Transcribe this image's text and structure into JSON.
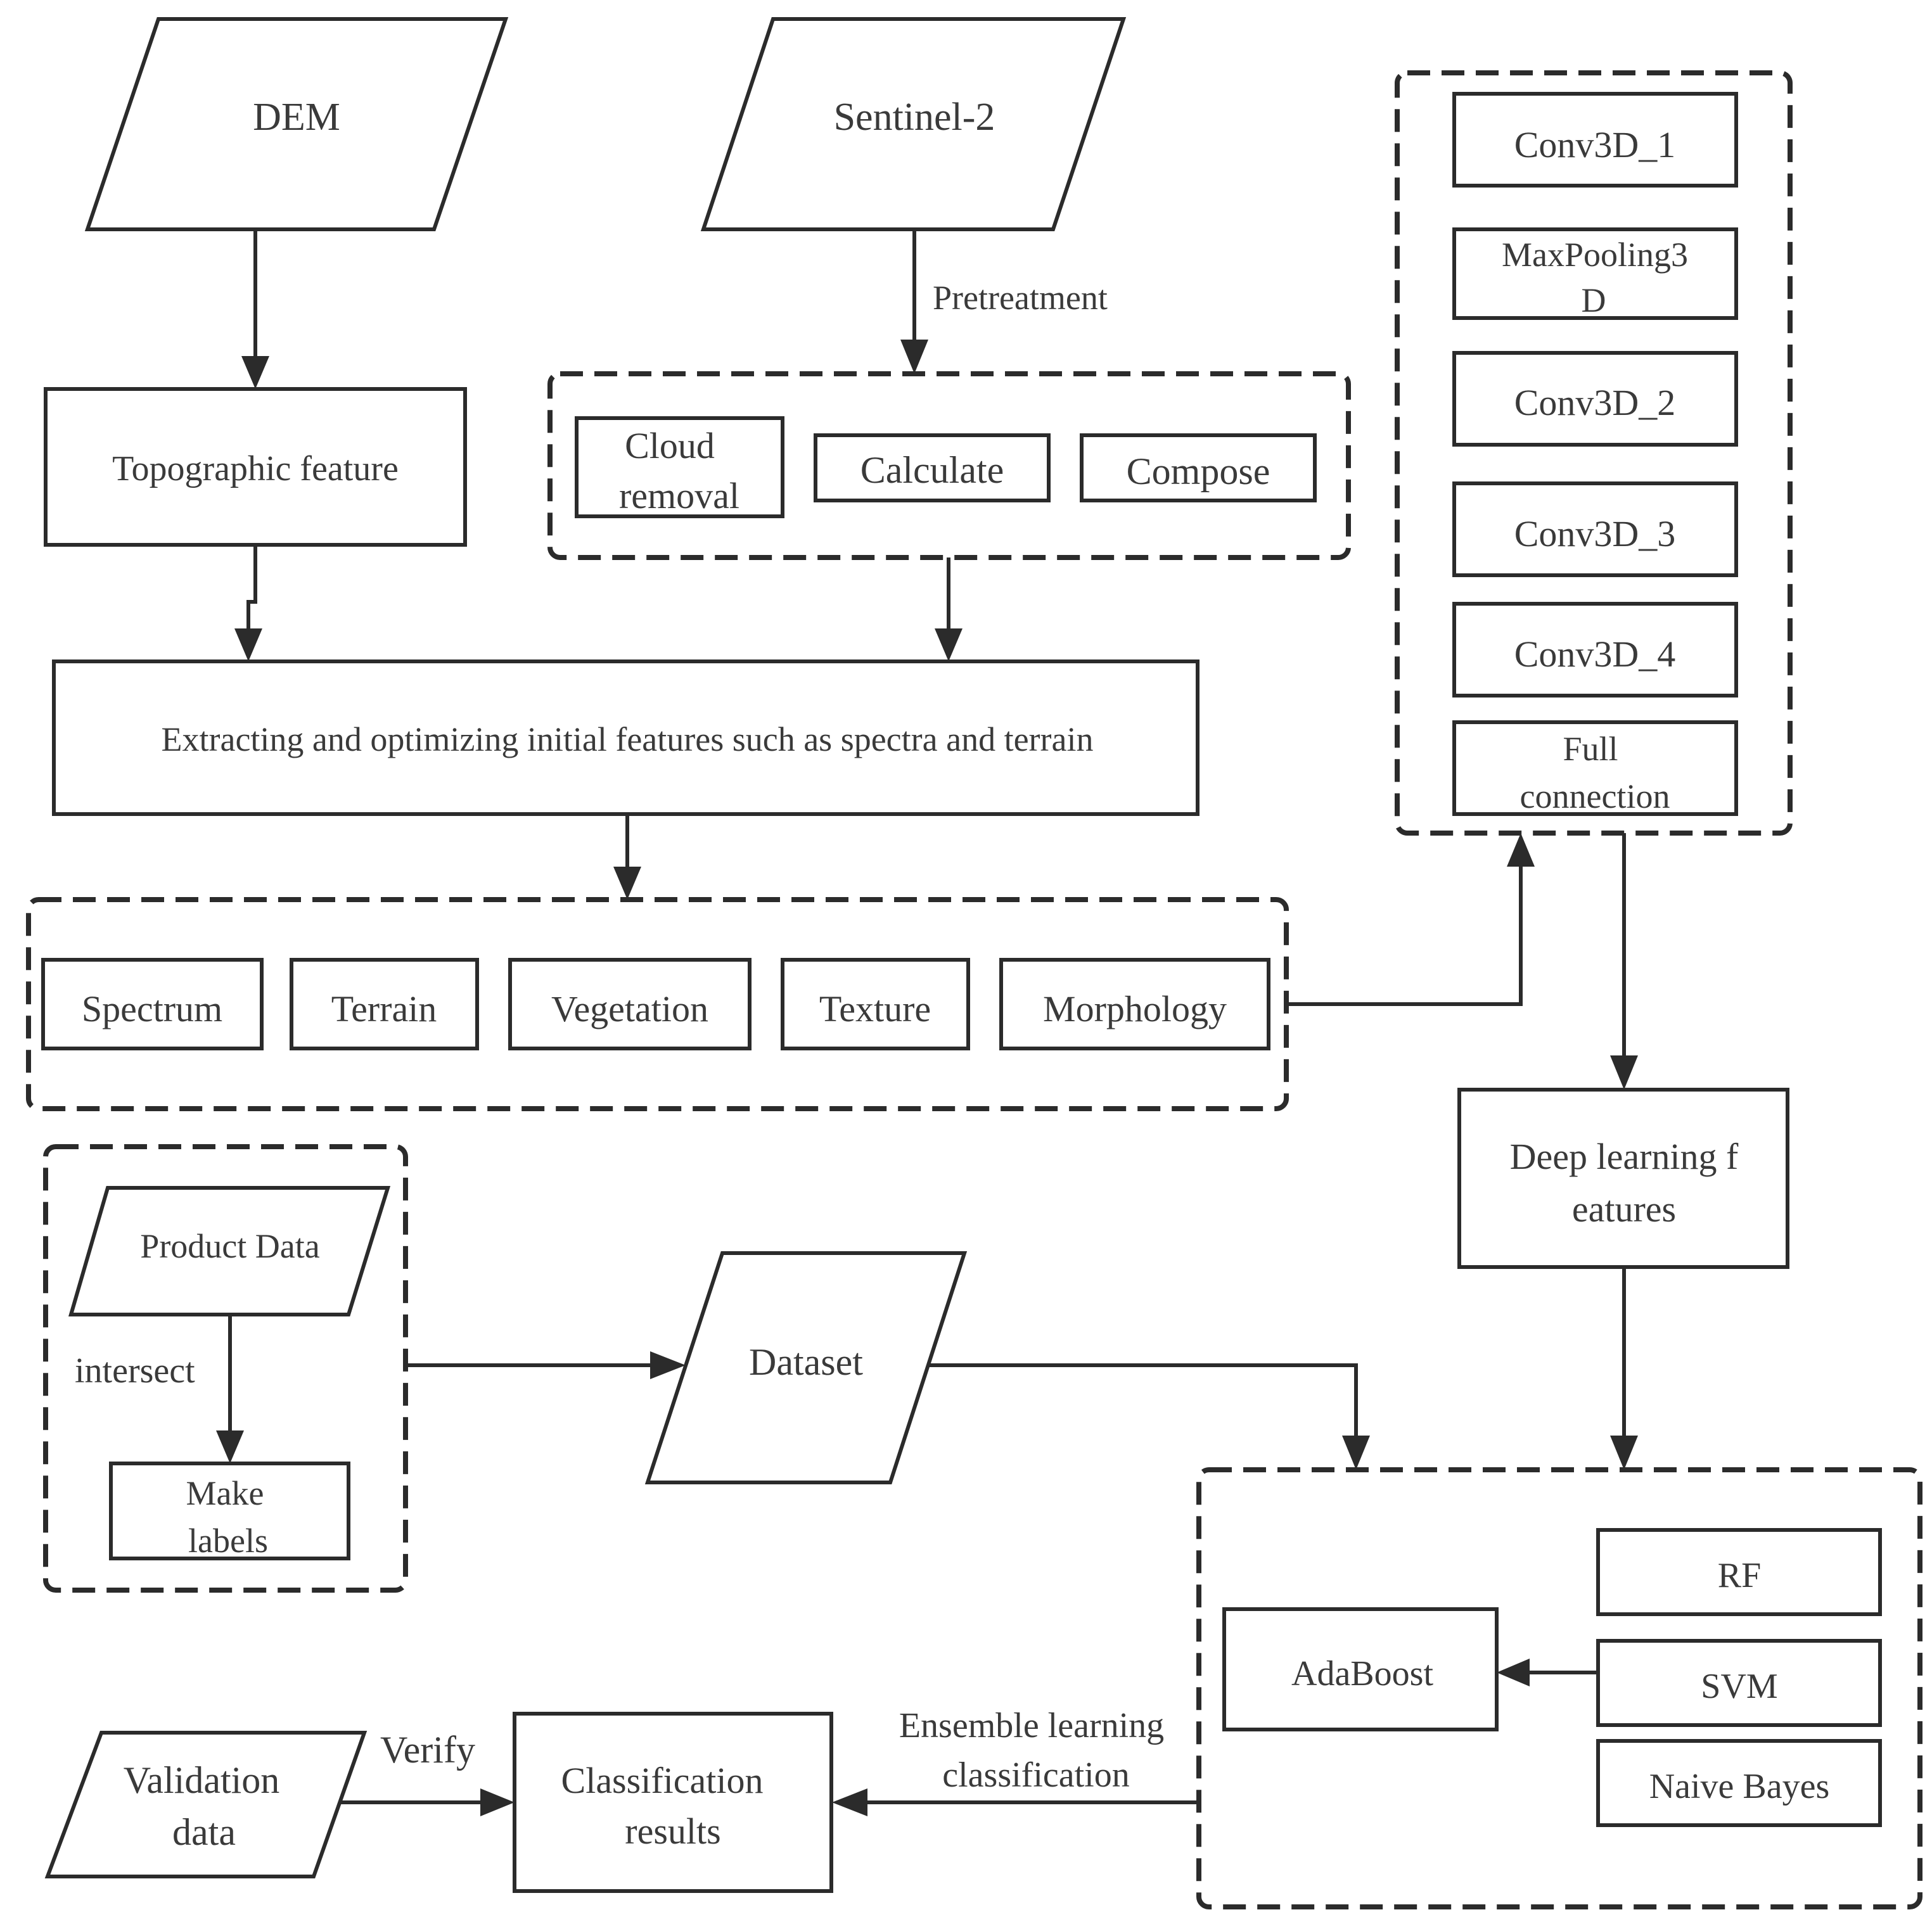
{
  "inputs": {
    "dem": "DEM",
    "sentinel": "Sentinel-2",
    "product_data": "Product Data",
    "dataset": "Dataset",
    "validation_data": [
      "Validation",
      "data"
    ]
  },
  "processes": {
    "topographic_feature": "Topographic feature",
    "extracting": "Extracting and optimizing initial features such as spectra and terrain",
    "make_labels": [
      "Make",
      "labels"
    ],
    "deep_learning_features": [
      "Deep learning f",
      "eatures"
    ],
    "adaboost": "AdaBoost",
    "classification_results": [
      "Classification",
      "results"
    ]
  },
  "pretreatment_group": {
    "cloud_removal": [
      "Cloud",
      "removal"
    ],
    "calculate": "Calculate",
    "compose": "Compose"
  },
  "feature_group": [
    "Spectrum",
    "Terrain",
    "Vegetation",
    "Texture",
    "Morphology"
  ],
  "cnn_layers": {
    "conv3d_1": "Conv3D_1",
    "maxpooling3d": [
      "MaxPooling3",
      "D"
    ],
    "conv3d_2": "Conv3D_2",
    "conv3d_3": "Conv3D_3",
    "conv3d_4": "Conv3D_4",
    "full_connection": [
      "Full",
      "connection"
    ]
  },
  "classifiers": [
    "RF",
    "SVM",
    "Naive Bayes"
  ],
  "edge_labels": {
    "pretreatment": "Pretreatment",
    "intersect": "intersect",
    "verify": "Verify",
    "ensemble": [
      "Ensemble learning",
      "classification"
    ]
  }
}
